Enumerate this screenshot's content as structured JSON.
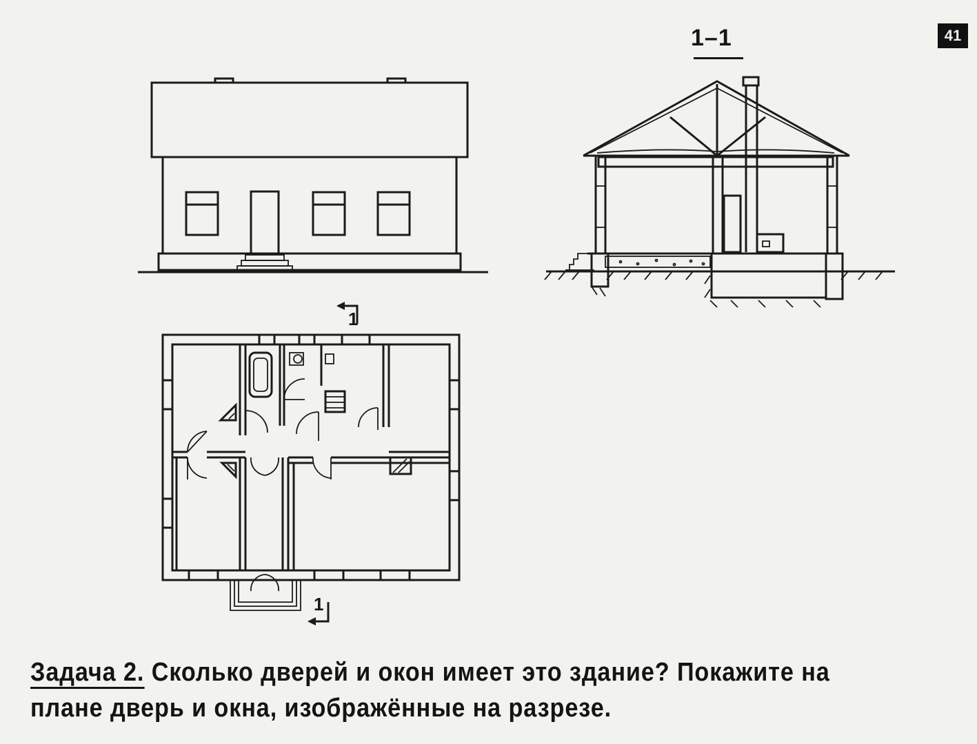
{
  "page_number": "41",
  "section": {
    "title": "1–1"
  },
  "plan": {
    "cut_label_top": "1",
    "cut_label_bottom": "1"
  },
  "task": {
    "label": "Задача 2.",
    "line1_rest": "Сколько дверей и окон имеет это здание? Покажите на",
    "line2": "плане дверь и окна, изображённые на разрезе."
  }
}
